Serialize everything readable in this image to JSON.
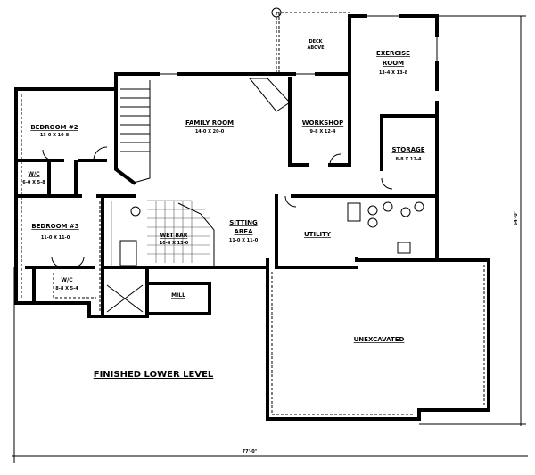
{
  "plan_title": "FINISHED LOWER LEVEL",
  "overall_width": "77'-0\"",
  "overall_depth": "54'-0\"",
  "rooms": {
    "bedroom2": {
      "name": "BEDROOM #2",
      "size": "13-0 X 10-8"
    },
    "bedroom3": {
      "name": "BEDROOM #3",
      "size": "11-0 X 11-0"
    },
    "wic1": {
      "name": "W/C",
      "size": "6-0 X 5-8"
    },
    "wic2": {
      "name": "W/C",
      "size": "8-8 X 5-4"
    },
    "family": {
      "name": "FAMILY ROOM",
      "size": "14-0 X 20-0"
    },
    "sitting": {
      "name": "SITTING",
      "name2": "AREA",
      "size": "11-0 X 11-0"
    },
    "wetbar": {
      "name": "WET BAR",
      "size": "10-8 X 13-0"
    },
    "mill": {
      "name": "MILL"
    },
    "workshop": {
      "name": "WORKSHOP",
      "size": "9-8 X 12-4"
    },
    "exercise": {
      "name": "EXERCISE",
      "name2": "ROOM",
      "size": "13-4 X 13-8"
    },
    "storage": {
      "name": "STORAGE",
      "size": "8-8 X 12-4"
    },
    "utility": {
      "name": "UTILITY"
    },
    "unexcavated": {
      "name": "UNEXCAVATED"
    },
    "deck": {
      "name": "DECK",
      "name2": "ABOVE"
    }
  }
}
